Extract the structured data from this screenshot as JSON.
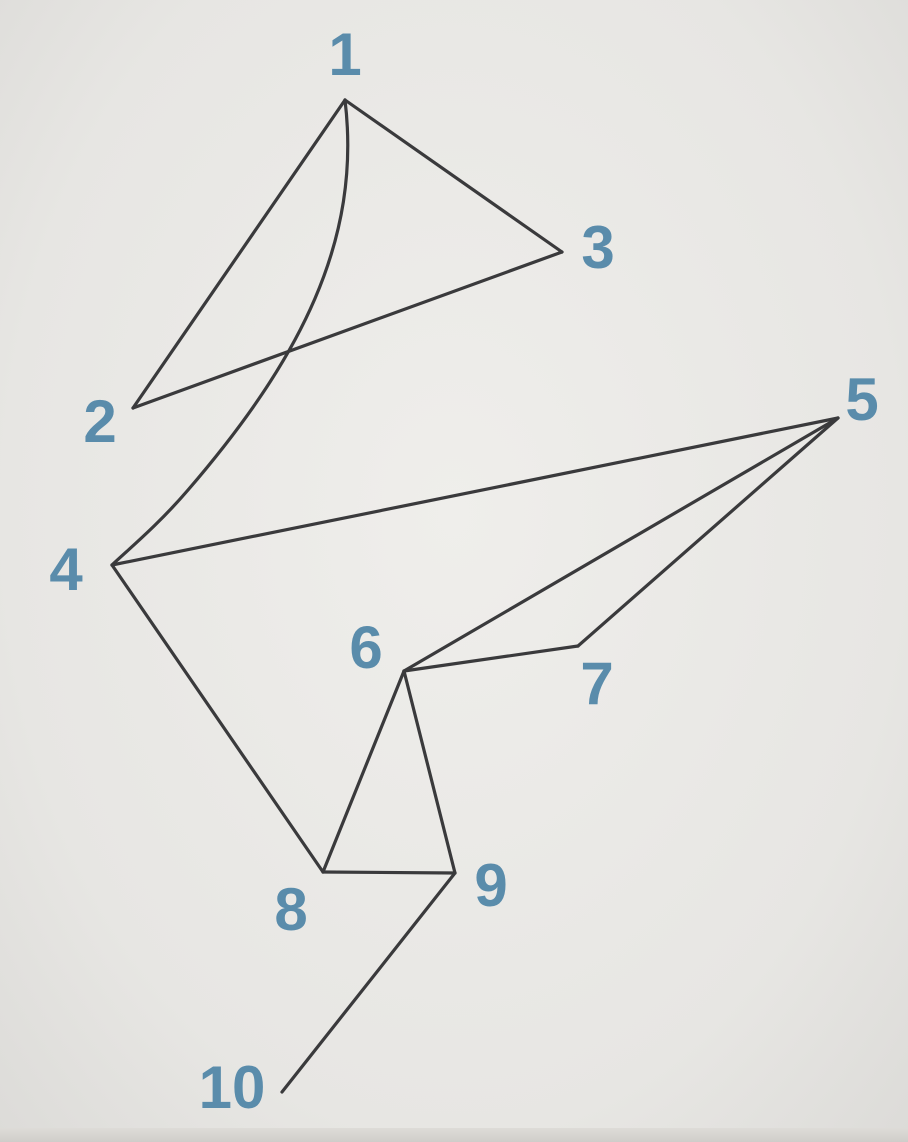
{
  "colors": {
    "label": "#5a8cab",
    "line": "#3a3a3c",
    "background": "#e9e8e5"
  },
  "nodes": [
    {
      "id": "1",
      "label": "1"
    },
    {
      "id": "2",
      "label": "2"
    },
    {
      "id": "3",
      "label": "3"
    },
    {
      "id": "4",
      "label": "4"
    },
    {
      "id": "5",
      "label": "5"
    },
    {
      "id": "6",
      "label": "6"
    },
    {
      "id": "7",
      "label": "7"
    },
    {
      "id": "8",
      "label": "8"
    },
    {
      "id": "9",
      "label": "9"
    },
    {
      "id": "10",
      "label": "10"
    }
  ],
  "edges": [
    {
      "from": "1",
      "to": "2"
    },
    {
      "from": "1",
      "to": "3"
    },
    {
      "from": "1",
      "to": "4"
    },
    {
      "from": "2",
      "to": "3"
    },
    {
      "from": "4",
      "to": "5"
    },
    {
      "from": "4",
      "to": "8"
    },
    {
      "from": "5",
      "to": "6"
    },
    {
      "from": "5",
      "to": "7"
    },
    {
      "from": "6",
      "to": "7"
    },
    {
      "from": "6",
      "to": "8"
    },
    {
      "from": "6",
      "to": "9"
    },
    {
      "from": "8",
      "to": "9"
    },
    {
      "from": "9",
      "to": "10"
    }
  ]
}
